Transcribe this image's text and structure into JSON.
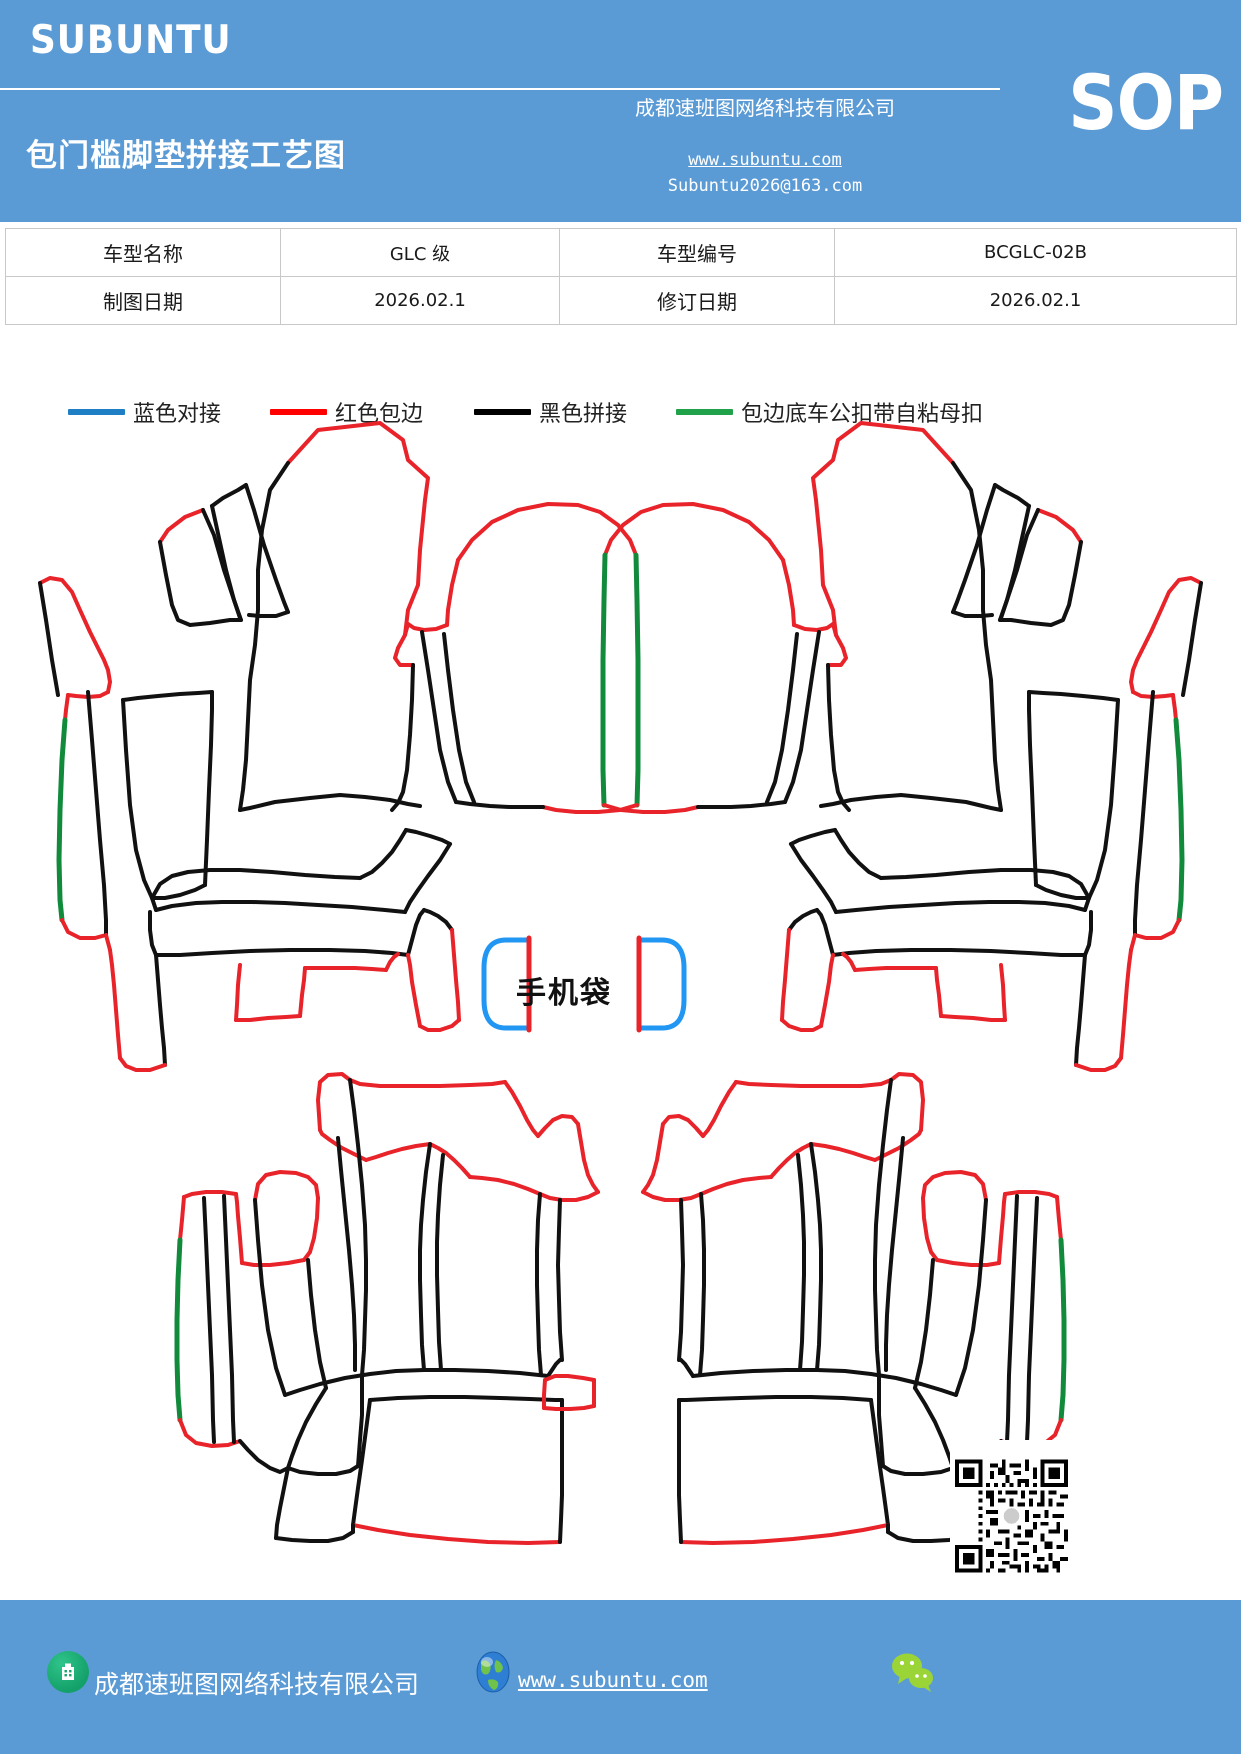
{
  "header": {
    "brand": "SUBUNTU",
    "doc_title": "包门槛脚垫拼接工艺图",
    "company": "成都速班图网络科技有限公司",
    "url": "www.subuntu.com",
    "email": "Subuntu2026@163.com",
    "sop": "SOP",
    "band_color": "#5B9BD5"
  },
  "info_table": {
    "rows": [
      {
        "label1": "车型名称",
        "value1": "GLC 级",
        "label2": "车型编号",
        "value2": "BCGLC-02B"
      },
      {
        "label1": "制图日期",
        "value1": "2026.02.1",
        "label2": "修订日期",
        "value2": "2026.02.1"
      }
    ]
  },
  "legend": {
    "items": [
      {
        "label": "蓝色对接",
        "color": "#1F7FC4"
      },
      {
        "label": "红色包边",
        "color": "#FF0000"
      },
      {
        "label": "黑色拼接",
        "color": "#000000"
      },
      {
        "label": "包边底车公扣带自粘母扣",
        "color": "#1FA24A"
      }
    ]
  },
  "diagram": {
    "pocket_label": "手机袋",
    "line_colors": {
      "black": "#111111",
      "red": "#E8232A",
      "green": "#128A3C",
      "blue": "#2196F3"
    },
    "groups": [
      {
        "name": "front-left-mat"
      },
      {
        "name": "front-right-mat"
      },
      {
        "name": "rear-left-mat"
      },
      {
        "name": "rear-right-mat"
      },
      {
        "name": "phone-pocket"
      }
    ]
  },
  "footer": {
    "company": "成都速班图网络科技有限公司",
    "url": "www.subuntu.com",
    "band_color": "#5B9BD5",
    "icons": [
      "building-icon",
      "globe-icon",
      "wechat-icon",
      "qr-code"
    ]
  }
}
